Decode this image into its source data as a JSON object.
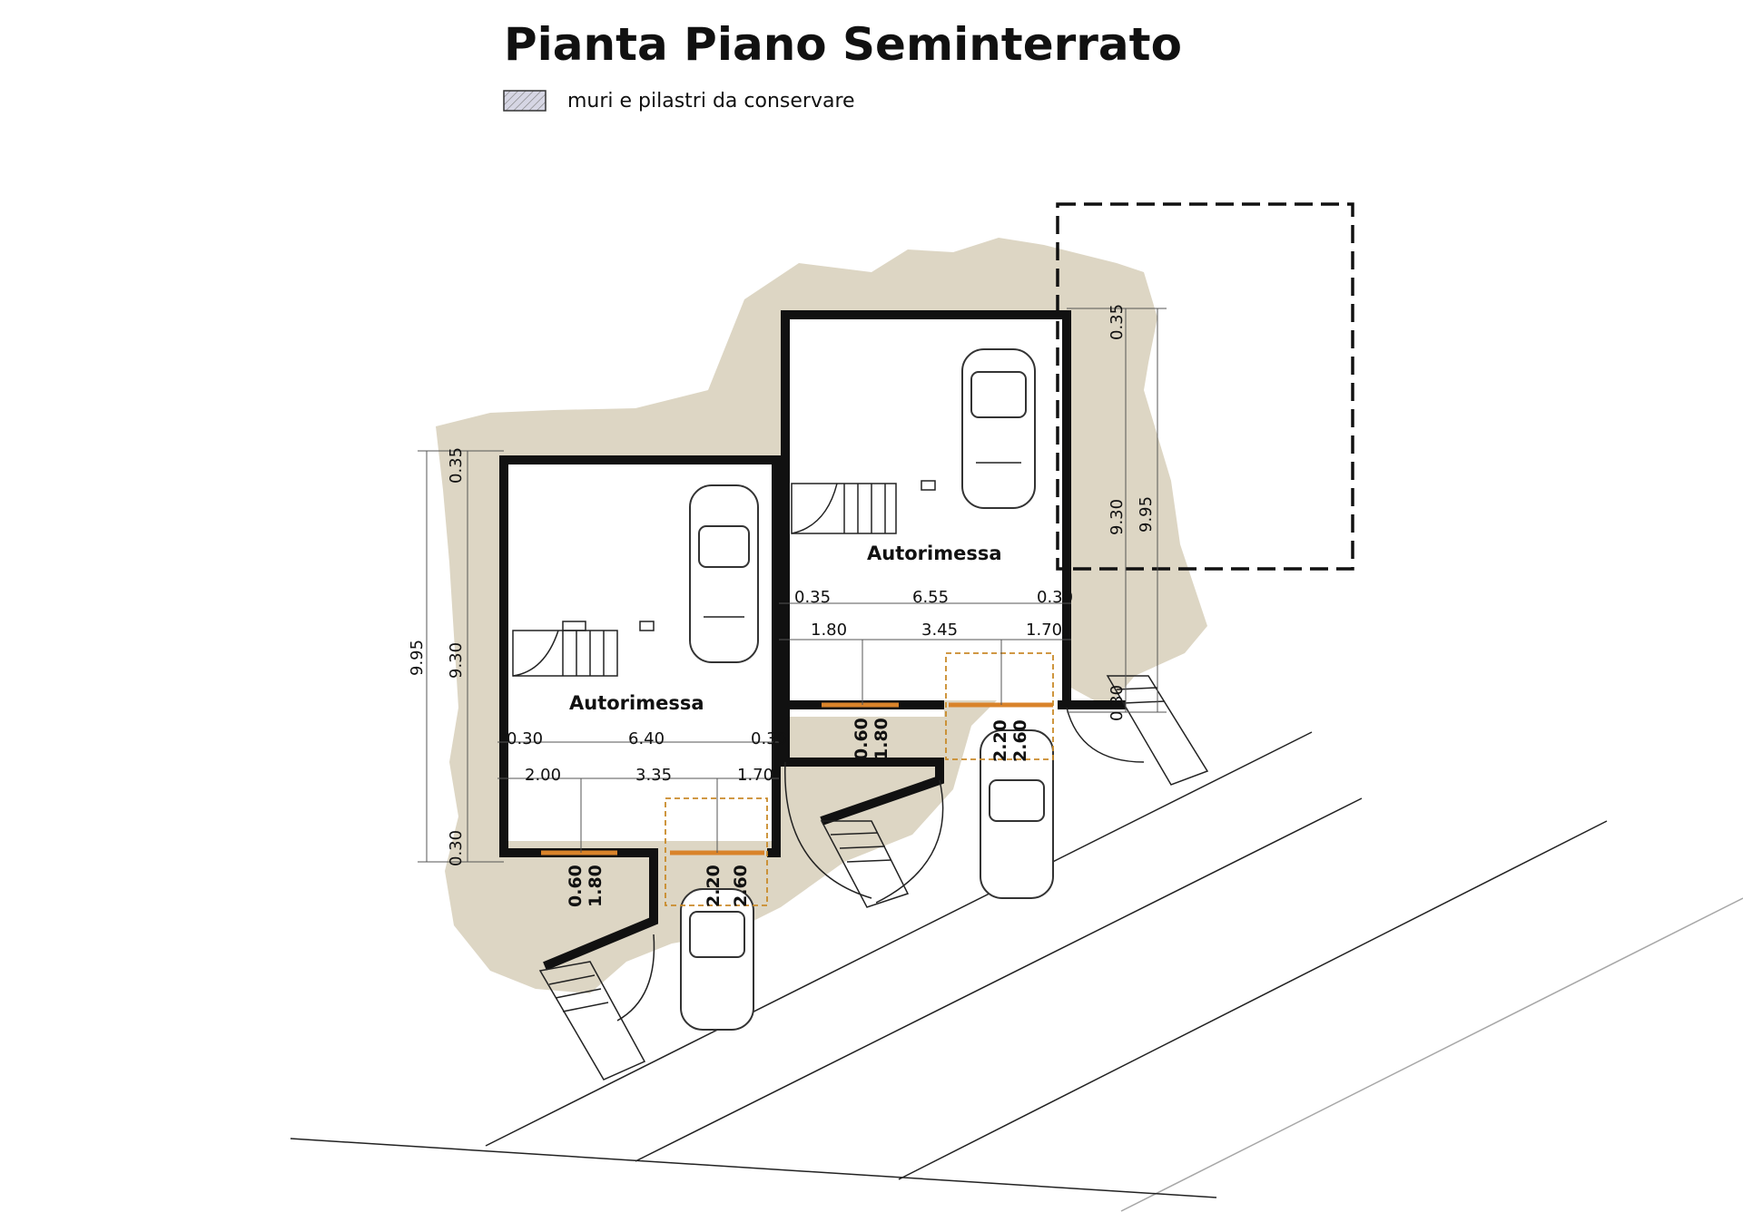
{
  "title": "Pianta Piano Seminterrato",
  "legend": {
    "label": "muri e pilastri da conservare",
    "swatch_color": "#cfcfe0"
  },
  "colors": {
    "terrain": "#ddd6c4",
    "walls": "#111111",
    "openings": "#d9832a"
  },
  "rooms": [
    {
      "name": "Autorimessa",
      "overall_width_dims": [
        "0.30",
        "6.40",
        "0.30"
      ],
      "front_dims": [
        "2.00",
        "3.35",
        "1.70"
      ],
      "depth_dims": [
        "0.35",
        "9.30",
        "0.30"
      ],
      "total_depth": "9.95",
      "window": {
        "height": "0.60",
        "width": "1.80"
      },
      "door": {
        "height": "2.20",
        "width": "2.60"
      }
    },
    {
      "name": "Autorimessa",
      "overall_width_dims": [
        "0.35",
        "6.55",
        "0.30"
      ],
      "front_dims": [
        "1.80",
        "3.45",
        "1.70"
      ],
      "depth_dims": [
        "0.35",
        "9.30",
        "0.30"
      ],
      "total_depth": "9.95",
      "window": {
        "height": "0.60",
        "width": "1.80"
      },
      "door": {
        "height": "2.20",
        "width": "2.60"
      }
    }
  ]
}
